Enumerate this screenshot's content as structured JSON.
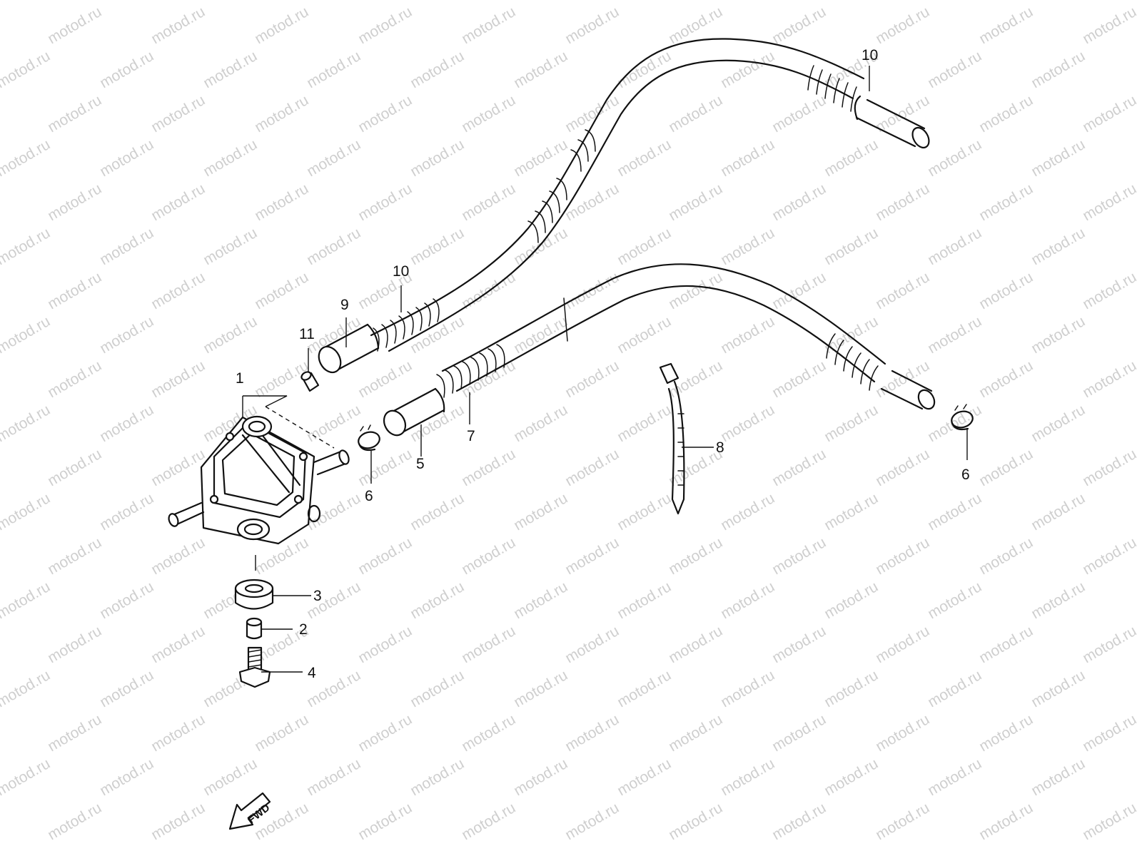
{
  "watermark": {
    "text": "motod.ru",
    "color": "#cfcfcf"
  },
  "fwd_arrow": {
    "label": "FWD"
  },
  "callouts": [
    {
      "id": "c1",
      "label": "1"
    },
    {
      "id": "c2",
      "label": "2"
    },
    {
      "id": "c3",
      "label": "3"
    },
    {
      "id": "c4",
      "label": "4"
    },
    {
      "id": "c5",
      "label": "5"
    },
    {
      "id": "c6a",
      "label": "6"
    },
    {
      "id": "c6b",
      "label": "6"
    },
    {
      "id": "c7",
      "label": "7"
    },
    {
      "id": "c8",
      "label": "8"
    },
    {
      "id": "c9",
      "label": "9"
    },
    {
      "id": "c10a",
      "label": "10"
    },
    {
      "id": "c10b",
      "label": "10"
    },
    {
      "id": "c11",
      "label": "11"
    }
  ]
}
